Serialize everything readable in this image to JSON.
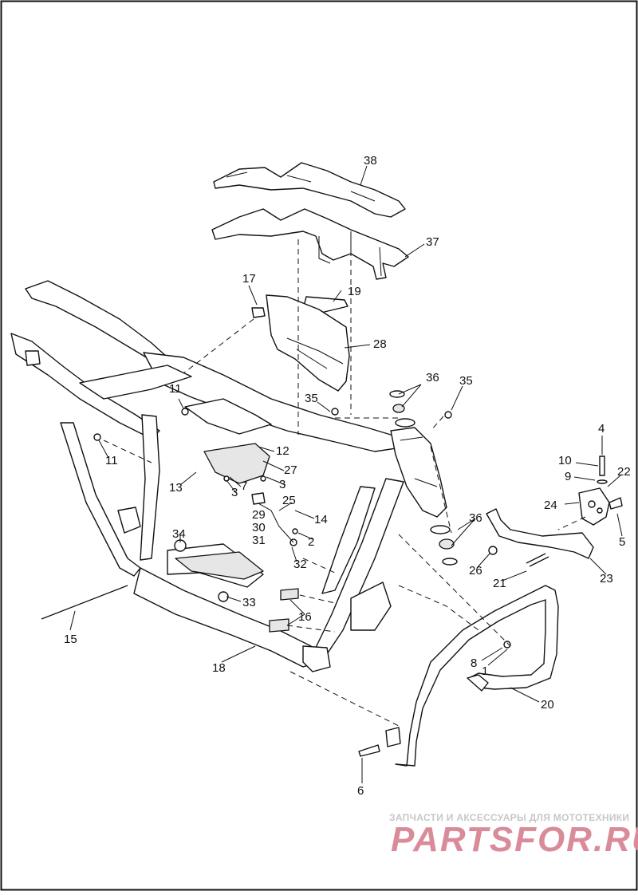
{
  "diagram": {
    "callouts": [
      "38",
      "37",
      "17",
      "19",
      "28",
      "36",
      "35",
      "35",
      "11",
      "11",
      "12",
      "27",
      "13",
      "7",
      "3",
      "3",
      "29",
      "30",
      "31",
      "25",
      "14",
      "2",
      "32",
      "34",
      "33",
      "16",
      "15",
      "18",
      "4",
      "10",
      "9",
      "22",
      "24",
      "5",
      "36",
      "26",
      "21",
      "23",
      "8",
      "1",
      "20",
      "6"
    ]
  },
  "watermark": {
    "caption": "ЗАПЧАСТИ И АКСЕССУАРЫ ДЛЯ МОТОТЕХНИКИ",
    "logo": "PARTSFOR.RU"
  }
}
